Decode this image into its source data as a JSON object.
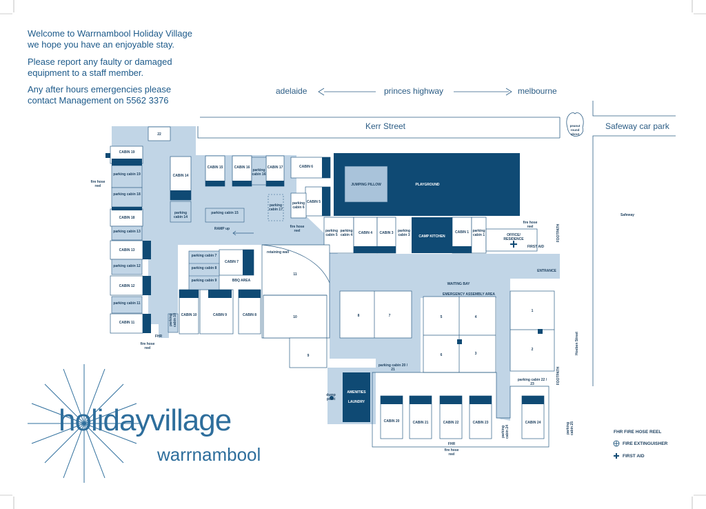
{
  "intro": {
    "line1": "Welcome to Warrnambool Holiday Village",
    "line2": "we hope you have an enjoyable stay.",
    "line3": "Please report any faulty or damaged",
    "line4": "equipment to a staff member.",
    "line5": "Any after hours emergencies please",
    "line6": "contact Management on 5562 3376"
  },
  "roads": {
    "adelaide": "adelaide",
    "highway": "princes highway",
    "melbourne": "melbourne",
    "kerr_street": "Kerr Street",
    "safeway_carpark": "Safeway car park",
    "safeway": "Safeway",
    "hoeben_street": "Hoeben Street",
    "peanut": "peanut round about"
  },
  "labels": {
    "n22": "22",
    "cabin19": "CABIN 19",
    "parking19": "parking cabin 19",
    "parking18": "parking cabin 18",
    "cabin18": "CABIN 18",
    "parking13": "parking cabin 13",
    "cabin13": "CABIN 13",
    "parking12": "parking cabin 12",
    "cabin12": "CABIN 12",
    "parking11": "parking cabin 11",
    "cabin11": "CABIN 11",
    "cabin14": "CABIN 14",
    "parking14": "parking cabin 14",
    "cabin15": "CABIN 15",
    "cabin16": "CABIN 16",
    "parking16": "parking cabin 16",
    "cabin17": "CABIN 17",
    "parking15": "parking cabin 15",
    "parking17": "parking cabin 17",
    "ramp": "RAMP up",
    "cabin6": "CABIN 6",
    "parking6": "parking cabin 6",
    "cabin5": "CABIN 5",
    "fhr_hose_reel": "fire hose reel",
    "jumping": "JUMPING PILLOW",
    "playground": "PLAYGROUND",
    "parking5": "parking cabin 5",
    "parking4": "parking cabin 4",
    "cabin4": "CABIN 4",
    "cabin3": "CABIN 3",
    "parking3": "parking cabin 3",
    "camp_kitchen": "CAMP KITCHEN",
    "cabin1": "CABIN 1",
    "parking1": "parking cabin 1",
    "office": "OFFICE/ RESIDENCE",
    "first_aid_lbl": "FIRST AID",
    "footpath": "FOOTPATH",
    "entrance": "ENTRANCE",
    "parking7": "parking cabin 7",
    "parking8": "parking cabin 8",
    "parking9": "parking cabin 9",
    "cabin7": "CABIN 7",
    "bbq": "BBQ AREA",
    "retaining": "retaining wall",
    "n11": "11",
    "n10": "10",
    "n9": "9",
    "cabin10": "CABIN 10",
    "parking10": "parking cabin 10",
    "cabin9": "CABIN 9",
    "cabin8": "CABIN 8",
    "fhr": "FHR",
    "waiting_bay": "WAITING BAY",
    "emergency": "EMERGENCY ASSEMBLY AREA",
    "n8": "8",
    "n7": "7",
    "n6": "6",
    "n5": "5",
    "n4": "4",
    "n3": "3",
    "n2": "2",
    "n1": "1",
    "parking2021": "parking cabin 20 / 21",
    "parking2223": "parking cabin 22 / 23",
    "amenities": "AMENITIES",
    "laundry": "LAUNDRY",
    "dump_point": "dump point",
    "cabin20": "CABIN 20",
    "cabin21": "CABIN 21",
    "cabin22": "CABIN 22",
    "cabin23": "CABIN 23",
    "cabin24": "CABIN 24",
    "parking24": "parking cabin 24",
    "parking25": "parking cabin 25"
  },
  "legend": {
    "fhr": "FHR FIRE HOSE REEL",
    "extinguisher": "FIRE EXTINGUISHER",
    "first_aid": "FIRST AID"
  },
  "logo": {
    "line1": "holidayvillage",
    "line2": "warrnambool"
  },
  "colors": {
    "navy": "#0f4a74",
    "path": "#c1d5e6",
    "text": "#1d5a8a"
  }
}
